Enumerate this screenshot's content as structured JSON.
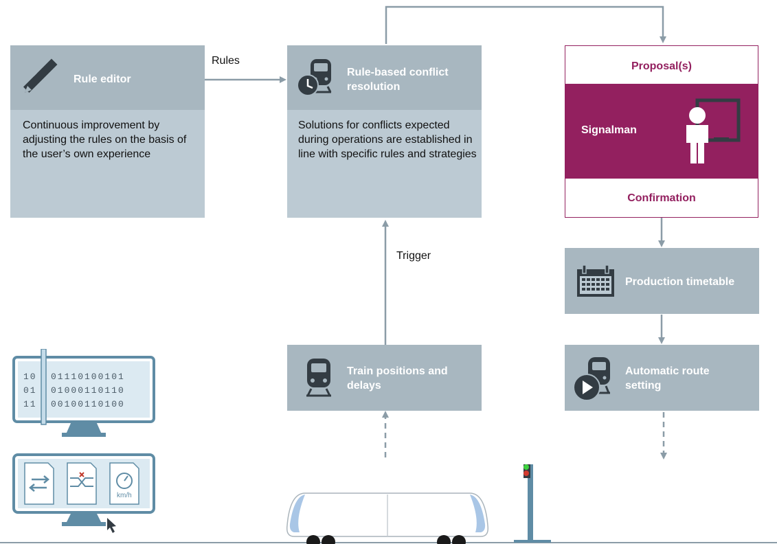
{
  "colors": {
    "box_head": "#a8b7c0",
    "box_body": "#bccad3",
    "signalman": "#93205f",
    "arrow": "#8b9ca7",
    "icon_dark": "#333c43"
  },
  "rule_editor": {
    "title": "Rule editor",
    "body": "Continuous improvement by adjusting the rules on the basis of the user’s own experience",
    "icon": "ruler-pencil-icon"
  },
  "conflict_resolution": {
    "title": "Rule-based conflict resolution",
    "body": "Solutions for conflicts expected during operations are established in line with specific rules and strategies",
    "icon": "train-clock-icon"
  },
  "signalman_panel": {
    "proposals": "Proposal(s)",
    "role": "Signalman",
    "confirmation": "Confirmation",
    "icon": "person-monitor-icon"
  },
  "production_timetable": {
    "title": "Production timetable",
    "icon": "calendar-icon"
  },
  "train_positions": {
    "title": "Train positions and delays",
    "icon": "train-icon"
  },
  "automatic_route": {
    "title": "Automatic route setting",
    "icon": "train-play-icon"
  },
  "edge_labels": {
    "rules": "Rules",
    "trigger": "Trigger"
  },
  "binary_monitor": {
    "icon": "binary-monitor-icon",
    "rows": [
      "10",
      "01",
      "11"
    ],
    "data": [
      "01110100101",
      "01000110110",
      "00100110100"
    ]
  },
  "doc_monitor": {
    "icon": "documents-monitor-icon",
    "speed_unit": "km/h"
  }
}
